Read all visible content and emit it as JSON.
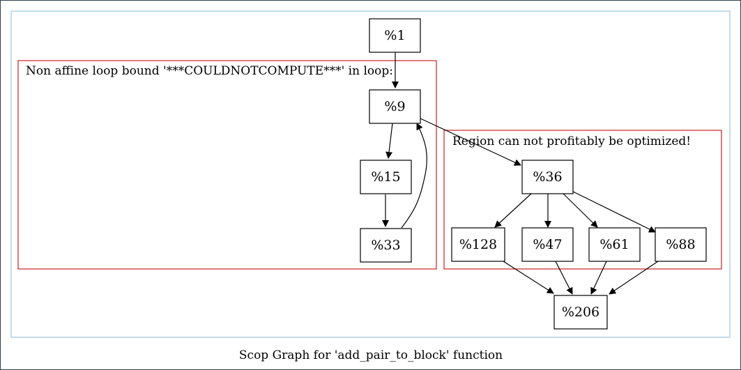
{
  "graph": {
    "caption": "Scop Graph for 'add_pair_to_block' function",
    "colors": {
      "outer_frame": "#2f3f4f",
      "graph_border": "#b0d0e0",
      "cluster_border": "#cc2222",
      "node_border": "#000000",
      "edge": "#000000"
    },
    "clusters": [
      {
        "id": "loop_cluster",
        "label": "Non affine loop bound '***COULDNOTCOMPUTE***' in loop:"
      },
      {
        "id": "region_cluster",
        "label": "Region can not profitably be optimized!"
      }
    ],
    "nodes": [
      {
        "id": "n1",
        "label": "%1"
      },
      {
        "id": "n9",
        "label": "%9"
      },
      {
        "id": "n15",
        "label": "%15"
      },
      {
        "id": "n33",
        "label": "%33"
      },
      {
        "id": "n36",
        "label": "%36"
      },
      {
        "id": "n128",
        "label": "%128"
      },
      {
        "id": "n47",
        "label": "%47"
      },
      {
        "id": "n61",
        "label": "%61"
      },
      {
        "id": "n88",
        "label": "%88"
      },
      {
        "id": "n206",
        "label": "%206"
      }
    ],
    "edges": [
      {
        "from": "n1",
        "to": "n9"
      },
      {
        "from": "n9",
        "to": "n15"
      },
      {
        "from": "n15",
        "to": "n33"
      },
      {
        "from": "n33",
        "to": "n9"
      },
      {
        "from": "n9",
        "to": "n36"
      },
      {
        "from": "n36",
        "to": "n128"
      },
      {
        "from": "n36",
        "to": "n47"
      },
      {
        "from": "n36",
        "to": "n61"
      },
      {
        "from": "n36",
        "to": "n88"
      },
      {
        "from": "n128",
        "to": "n206"
      },
      {
        "from": "n47",
        "to": "n206"
      },
      {
        "from": "n61",
        "to": "n206"
      },
      {
        "from": "n88",
        "to": "n206"
      }
    ]
  }
}
